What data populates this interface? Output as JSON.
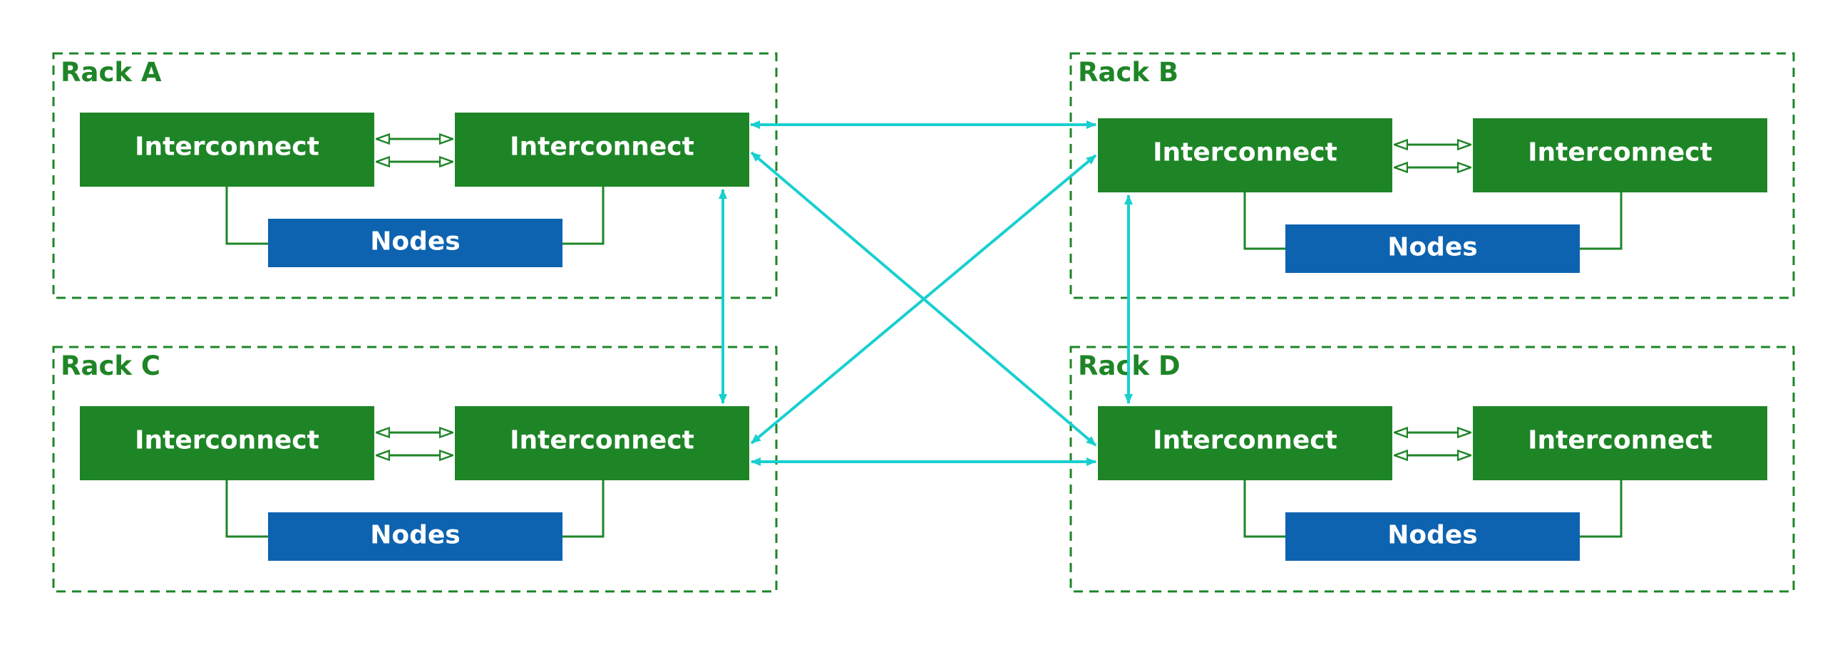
{
  "colors": {
    "green": "#1e8527",
    "blue": "#0d63b0",
    "cyan": "#19cfcf",
    "white": "#ffffff"
  },
  "racks": [
    {
      "id": "a",
      "title": "Rack A",
      "switch_left": "Interconnect",
      "switch_right": "Interconnect",
      "nodes": "Nodes"
    },
    {
      "id": "b",
      "title": "Rack B",
      "switch_left": "Interconnect",
      "switch_right": "Interconnect",
      "nodes": "Nodes"
    },
    {
      "id": "c",
      "title": "Rack C",
      "switch_left": "Interconnect",
      "switch_right": "Interconnect",
      "nodes": "Nodes"
    },
    {
      "id": "d",
      "title": "Rack D",
      "switch_left": "Interconnect",
      "switch_right": "Interconnect",
      "nodes": "Nodes"
    }
  ],
  "inter_rack_links": [
    {
      "from": "Rack A",
      "to": "Rack B"
    },
    {
      "from": "Rack A",
      "to": "Rack C"
    },
    {
      "from": "Rack A",
      "to": "Rack D"
    },
    {
      "from": "Rack B",
      "to": "Rack C"
    },
    {
      "from": "Rack B",
      "to": "Rack D"
    },
    {
      "from": "Rack C",
      "to": "Rack D"
    }
  ]
}
